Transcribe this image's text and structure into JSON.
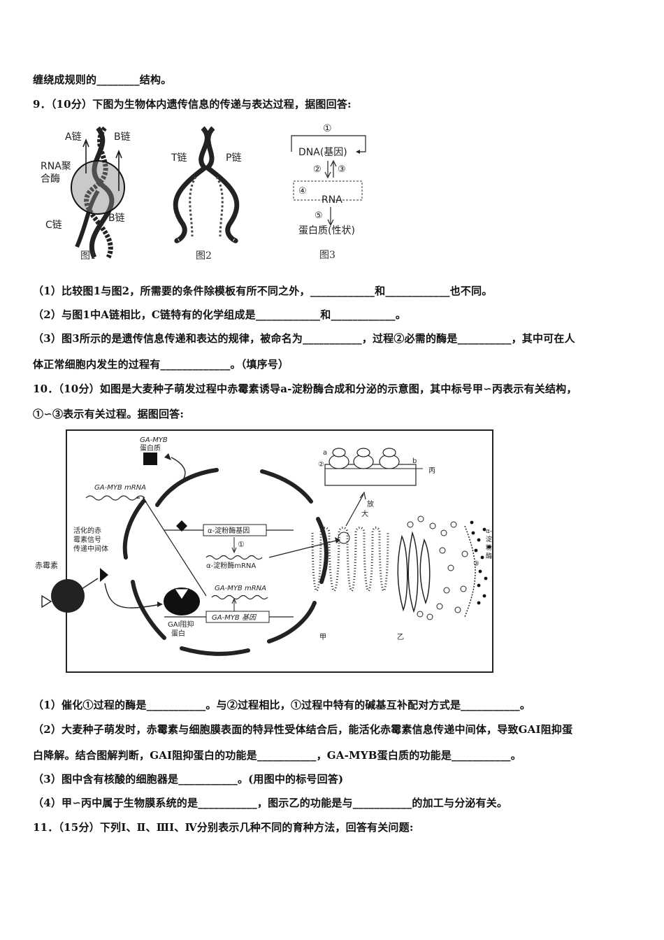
{
  "lines": {
    "l0": "缠绕成规则的________结构。",
    "q9": "9．（10分）下图为生物体内遗传信息的传递与表达过程，据图回答:",
    "q9_1": "（1）比较图1与图2，所需要的条件除模板有所不同之外，____________和____________也不同。",
    "q9_2": "（2）与图1中A链相比，C链特有的化学组成是____________和____________。",
    "q9_3a": "（3）图3所示的是遗传信息传递和表达的规律，被命名为___________，过程②必需的酶是__________，其中可在人",
    "q9_3b": "体正常细胞内发生的过程有_____________。（填序号）",
    "q10a": "10．（10分）如图是大麦种子萌发过程中赤霉素诱导a-淀粉酶合成和分泌的示意图，其中标号甲∽丙表示有关结构，",
    "q10b": "①∽③表示有关过程。据图回答:",
    "q10_1": "（1）催化①过程的酶是___________。与②过程相比，①过程中特有的碱基互补配对方式是___________。",
    "q10_2a": "（2）大麦种子萌发时，赤霉素与细胞膜表面的特异性受体结合后，能活化赤霉素信息传递中间体，导致GAI阻抑蛋",
    "q10_2b": "白降解。结合图解判断，GAI阻抑蛋白的功能是___________，GA-MYB蛋白质的功能是___________。",
    "q10_3": "（3）图中含有核酸的细胞器是___________。(用图中的标号回答)",
    "q10_4": "（4）甲∽丙中属于生物膜系统的是___________，图示乙的功能是与___________的加工与分泌有关。",
    "q11": "11．（15分）下列Ⅰ、Ⅱ、ⅢI、Ⅳ分别表示几种不同的育种方法，回答有关问题:"
  },
  "fig1": {
    "a_chain": "A链",
    "b_chain_top": "B链",
    "rna_pol_1": "RNA聚",
    "rna_pol_2": "合酶",
    "c_chain": "C链",
    "b_chain_bottom": "B链",
    "caption": "图1"
  },
  "fig2": {
    "t_chain": "T链",
    "p_chain": "P链",
    "caption": "图2"
  },
  "fig3": {
    "n1": "①",
    "dna": "DNA(基因)",
    "n2": "②",
    "n3": "③",
    "n4": "④",
    "rna": "RNA",
    "n5": "⑤",
    "protein": "蛋白质(性状)",
    "caption": "图3"
  },
  "fig4": {
    "gamyb_protein_1": "GA-MYB",
    "gamyb_protein_2": "蛋白质",
    "gamyb_mrna": "GA-MYB mRNA",
    "signal_1": "活化的赤",
    "signal_2": "霉素信号",
    "signal_3": "传递中间体",
    "gibberellin": "赤霉素",
    "amylase_gene": "α-淀粉酶基因",
    "p1": "①",
    "amylase_mrna": "α-淀粉酶mRNA",
    "gamyb_mrna_2": "GA-MYB mRNA",
    "gamyb_gene": "GA-MYB 基因",
    "gai_1": "GAI阻抑",
    "gai_2": "蛋白",
    "a": "a",
    "p2": "②",
    "b": "b",
    "bing": "丙",
    "enlarge_1": "放",
    "enlarge_2": "大",
    "jia": "甲",
    "yi": "乙",
    "p3": "③",
    "amylase_1": "α-",
    "amylase_2": "淀",
    "amylase_3": "粉",
    "amylase_4": "酶"
  }
}
